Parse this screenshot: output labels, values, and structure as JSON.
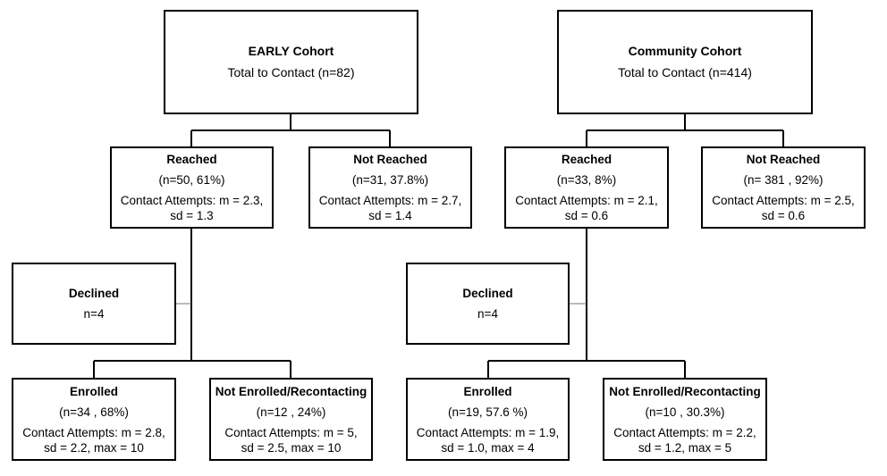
{
  "early": {
    "cohort": {
      "title": "EARLY Cohort",
      "total": "Total to Contact (n=82)"
    },
    "reached": {
      "title": "Reached",
      "n": "(n=50, 61%)",
      "attempts_1": "Contact Attempts: m = 2.3,",
      "attempts_2": "sd = 1.3"
    },
    "not_reached": {
      "title": "Not Reached",
      "n": "(n=31, 37.8%)",
      "attempts_1": "Contact Attempts: m = 2.7,",
      "attempts_2": "sd = 1.4"
    },
    "declined": {
      "title": "Declined",
      "n": "n=4"
    },
    "enrolled": {
      "title": "Enrolled",
      "n": "(n=34 , 68%)",
      "attempts_1": "Contact Attempts: m = 2.8,",
      "attempts_2": "sd = 2.2, max = 10"
    },
    "not_enrolled": {
      "title": "Not Enrolled/Recontacting",
      "n": "(n=12 , 24%)",
      "attempts_1": "Contact Attempts: m = 5,",
      "attempts_2": "sd = 2.5, max = 10"
    }
  },
  "community": {
    "cohort": {
      "title": "Community Cohort",
      "total": "Total to Contact (n=414)"
    },
    "reached": {
      "title": "Reached",
      "n": "(n=33, 8%)",
      "attempts_1": "Contact Attempts: m = 2.1,",
      "attempts_2": "sd = 0.6"
    },
    "not_reached": {
      "title": "Not Reached",
      "n": "(n= 381 , 92%)",
      "attempts_1": "Contact Attempts: m = 2.5,",
      "attempts_2": "sd = 0.6"
    },
    "declined": {
      "title": "Declined",
      "n": "n=4"
    },
    "enrolled": {
      "title": "Enrolled",
      "n": "(n=19, 57.6 %)",
      "attempts_1": "Contact Attempts: m = 1.9,",
      "attempts_2": "sd = 1.0, max = 4"
    },
    "not_enrolled": {
      "title": "Not Enrolled/Recontacting",
      "n": "(n=10 , 30.3%)",
      "attempts_1": "Contact Attempts: m = 2.2,",
      "attempts_2": "sd = 1.2, max = 5"
    }
  }
}
